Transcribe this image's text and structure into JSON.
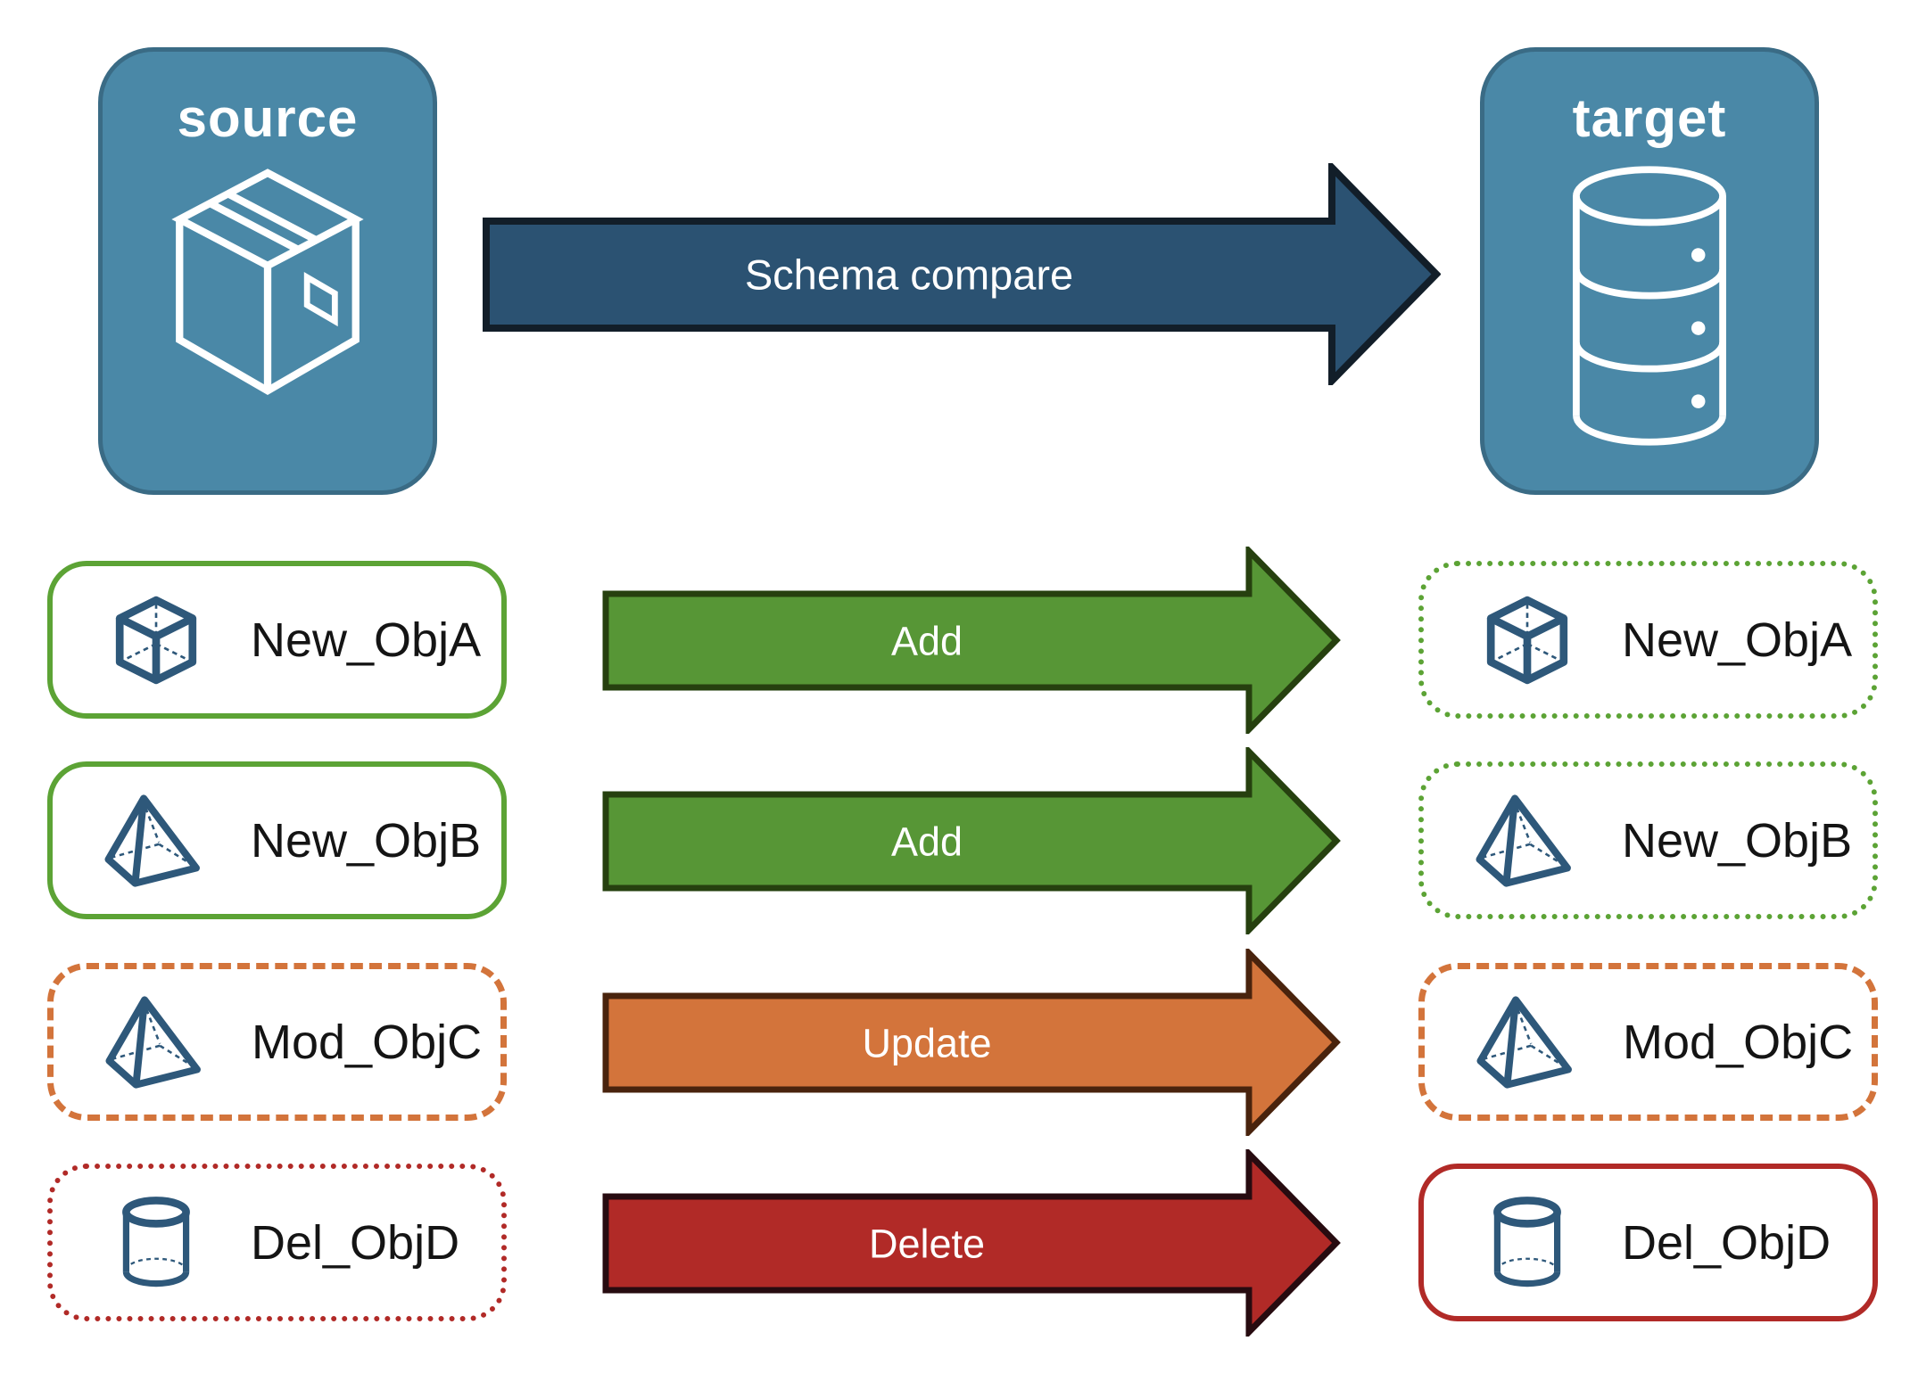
{
  "source_node": {
    "label": "source",
    "icon": "package-icon",
    "fill": "#4a88a7",
    "border_color": "#3a6b85",
    "label_color": "#ffffff"
  },
  "target_node": {
    "label": "target",
    "icon": "database-icon",
    "fill": "#4a88a7",
    "border_color": "#3a6b85",
    "label_color": "#ffffff"
  },
  "compare_arrow": {
    "label": "Schema compare",
    "fill": "#2b5272",
    "border_color": "#121e29",
    "text_color": "#ffffff"
  },
  "icon_color": "#2e587a",
  "object_label_color": "#141414",
  "rows": [
    {
      "left": {
        "label": "New_ObjA",
        "icon": "cube-icon",
        "border_style": "solid",
        "border_color": "#5ca335"
      },
      "arrow": {
        "label": "Add",
        "fill": "#579636",
        "border_color": "#26400f"
      },
      "right": {
        "label": "New_ObjA",
        "icon": "cube-icon",
        "border_style": "dotted",
        "border_color": "#5ca335"
      }
    },
    {
      "left": {
        "label": "New_ObjB",
        "icon": "pyramid-icon",
        "border_style": "solid",
        "border_color": "#5ca335"
      },
      "arrow": {
        "label": "Add",
        "fill": "#579636",
        "border_color": "#26400f"
      },
      "right": {
        "label": "New_ObjB",
        "icon": "pyramid-icon",
        "border_style": "dotted",
        "border_color": "#5ca335"
      }
    },
    {
      "left": {
        "label": "Mod_ObjC",
        "icon": "pyramid-icon",
        "border_style": "dashed",
        "border_color": "#d3743b"
      },
      "arrow": {
        "label": "Update",
        "fill": "#d3743b",
        "border_color": "#49230d"
      },
      "right": {
        "label": "Mod_ObjC",
        "icon": "pyramid-icon",
        "border_style": "dashed",
        "border_color": "#d3743b"
      }
    },
    {
      "left": {
        "label": "Del_ObjD",
        "icon": "cylinder-icon",
        "border_style": "dotted",
        "border_color": "#b12a27"
      },
      "arrow": {
        "label": "Delete",
        "fill": "#b12a27",
        "border_color": "#270b10"
      },
      "right": {
        "label": "Del_ObjD",
        "icon": "cylinder-icon",
        "border_style": "solid",
        "border_color": "#b12a27"
      }
    }
  ]
}
